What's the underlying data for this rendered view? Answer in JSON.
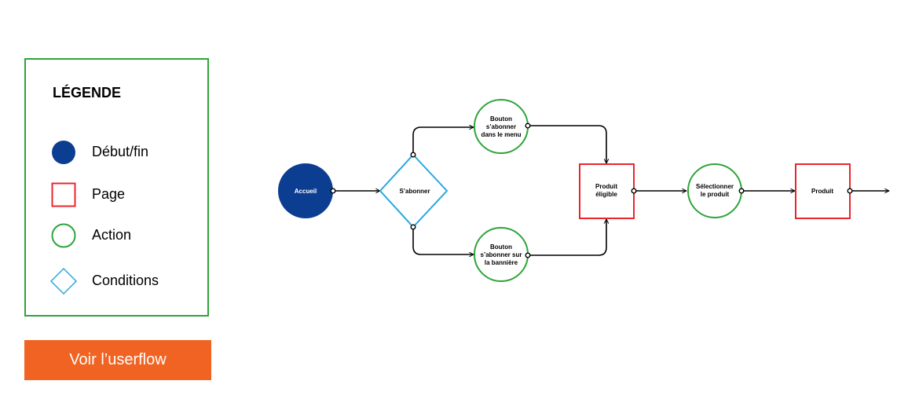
{
  "legend": {
    "title": "LÉGENDE",
    "items": [
      {
        "label": "Début/fin",
        "icon": "filled-circle-icon",
        "color": "#0b3d91"
      },
      {
        "label": "Page",
        "icon": "square-icon",
        "color": "#e8262c"
      },
      {
        "label": "Action",
        "icon": "circle-icon",
        "color": "#2ea43a"
      },
      {
        "label": "Conditions",
        "icon": "diamond-icon",
        "color": "#29a8e0"
      }
    ]
  },
  "cta": {
    "label": "Voir l’userflow",
    "color": "#f06322"
  },
  "flow": {
    "accueil": [
      "Accueil"
    ],
    "condition": [
      "S’abonner"
    ],
    "action_menu": [
      "Bouton",
      "s’abonner",
      "dans le menu"
    ],
    "action_banner": [
      "Bouton",
      "s’abonner sur",
      "la  bannière"
    ],
    "page_eligible": [
      "Produit",
      "éligible"
    ],
    "action_select": [
      "Sélectionner",
      "le produit"
    ],
    "page_product": [
      "Produit"
    ]
  },
  "colors": {
    "start_end": "#0b3d91",
    "page": "#e8262c",
    "action": "#2ea43a",
    "condition": "#29a8e0"
  }
}
